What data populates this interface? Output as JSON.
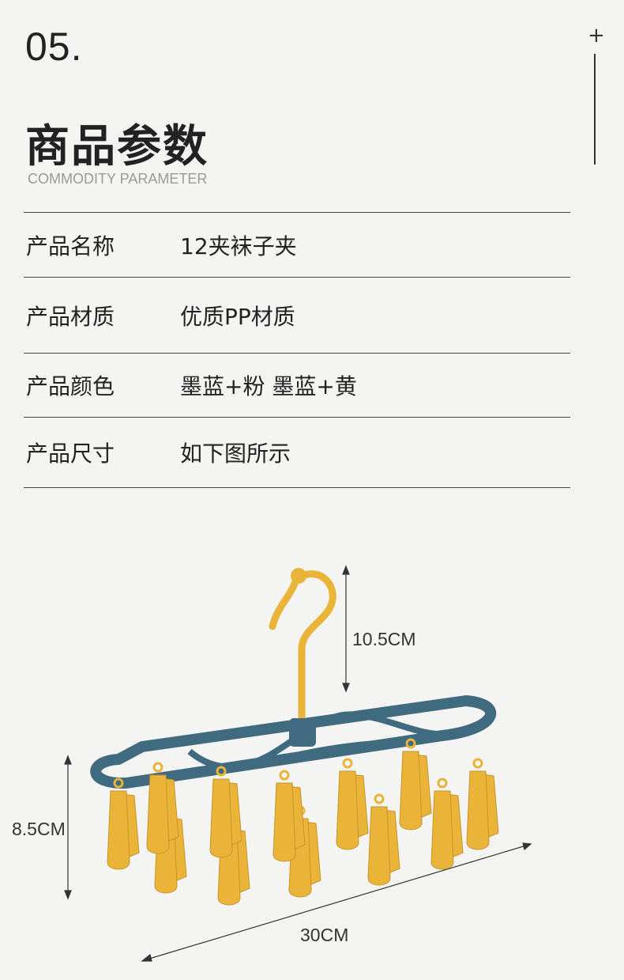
{
  "header": {
    "section_number": "05.",
    "title_cn": "商品参数",
    "title_en": "COMMODITY PARAMETER",
    "plus_mark": "+"
  },
  "params": [
    {
      "label": "产品名称",
      "value": "12夹袜子夹"
    },
    {
      "label": "产品材质",
      "value": "优质PP材质"
    },
    {
      "label": "产品颜色",
      "value": "墨蓝+粉 墨蓝+黄"
    },
    {
      "label": "产品尺寸",
      "value": "如下图所示"
    }
  ],
  "dimensions": {
    "hook_height": "10.5CM",
    "body_height": "8.5CM",
    "length": "30CM"
  },
  "colors": {
    "frame": "#3f6a80",
    "clip": "#e9b437",
    "background": "#f4f4f3"
  }
}
